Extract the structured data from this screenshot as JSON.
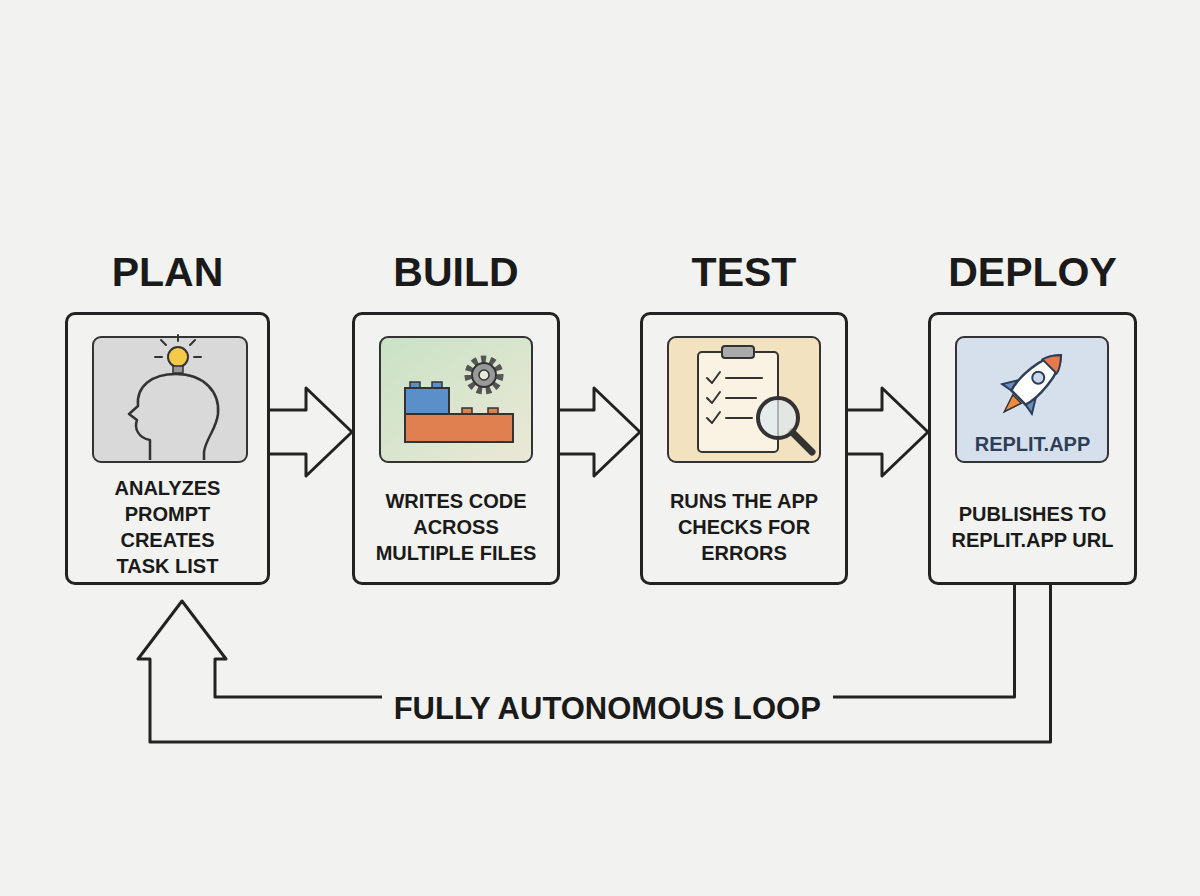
{
  "diagram": {
    "nodes": [
      {
        "text": [
          "PLAN",
          "ANALYZES PROMPT CREATES TASK LIST"
        ]
      },
      {
        "text": [
          "BUILD",
          "WRITES CODE ACROSS MULTIPLE FILES"
        ]
      },
      {
        "text": [
          "TEST",
          "RUNS THE APP CHECKS FOR ERRORS"
        ]
      },
      {
        "text": [
          "DEPLOY",
          "REPLIT.APP",
          "PUBLISHES TO REPLIT.APP URL"
        ]
      }
    ],
    "edges": [
      {
        "from": 0,
        "to": 1,
        "arrow": "to"
      },
      {
        "from": 1,
        "to": 2,
        "arrow": "to"
      },
      {
        "from": 2,
        "to": 3,
        "arrow": "to"
      },
      {
        "from": 3,
        "to": 0,
        "label": "FULLY AUTONOMOUS LOOP",
        "arrow": "to"
      }
    ]
  }
}
